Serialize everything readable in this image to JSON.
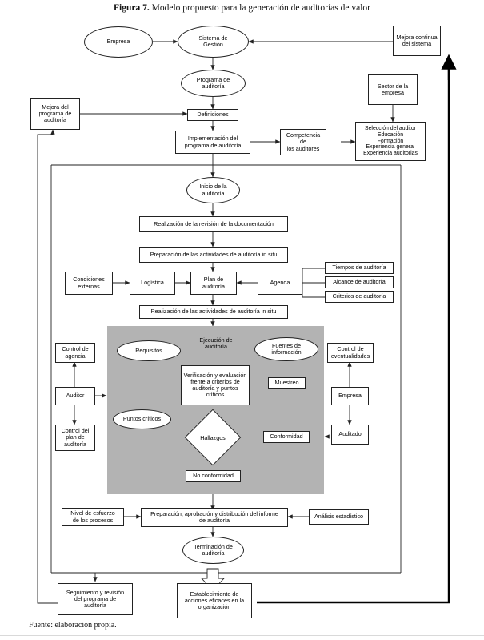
{
  "figure": {
    "label": "Figura 7.",
    "title": "Modelo propuesto para la generación de auditorías de valor",
    "source": "Fuente: elaboración propia."
  },
  "diagram": {
    "type": "flowchart",
    "zone_label": "Ejecución de\nauditoría",
    "zone_label_line1": "Ejecución de",
    "zone_label_line2": "auditoría",
    "nodes": [
      {
        "id": "empresa-top",
        "shape": "ellipse",
        "label": "Empresa"
      },
      {
        "id": "sistema-gestion",
        "shape": "ellipse",
        "label": "Sistema de\nGestión"
      },
      {
        "id": "mejora-continua",
        "shape": "rect",
        "label": "Mejora continua\ndel sistema"
      },
      {
        "id": "programa-auditoria",
        "shape": "ellipse",
        "label": "Programa de\nauditoría"
      },
      {
        "id": "sector-empresa",
        "shape": "rect",
        "label": "Sector de la\nempresa"
      },
      {
        "id": "mejora-programa",
        "shape": "rect",
        "label": "Mejora del\nprograma de\nauditoría"
      },
      {
        "id": "definiciones",
        "shape": "rect",
        "label": "Definiciones"
      },
      {
        "id": "implementacion",
        "shape": "rect",
        "label": "Implementación del\nprograma de auditoría"
      },
      {
        "id": "competencia",
        "shape": "rect",
        "label": "Competencia de\nlos auditores"
      },
      {
        "id": "seleccion-auditor",
        "shape": "rect",
        "label": "Selección del auditor\nEducación\nFormación\nExperiencia general\nExperiencia auditorias"
      },
      {
        "id": "inicio-auditoria",
        "shape": "ellipse",
        "label": "Inicio de la\nauditoría"
      },
      {
        "id": "revision-doc",
        "shape": "rect",
        "label": "Realización de la revisión de la documentación"
      },
      {
        "id": "preparacion-insitu",
        "shape": "rect",
        "label": "Preparación de las actividades de auditoría in situ"
      },
      {
        "id": "condiciones-ext",
        "shape": "rect",
        "label": "Condiciones\nexternas"
      },
      {
        "id": "logistica",
        "shape": "rect",
        "label": "Logística"
      },
      {
        "id": "plan-auditoria",
        "shape": "rect",
        "label": "Plan de\nauditoría"
      },
      {
        "id": "agenda",
        "shape": "rect",
        "label": "Agenda"
      },
      {
        "id": "tiempos",
        "shape": "rect",
        "label": "Tiempos de auditoría"
      },
      {
        "id": "alcance",
        "shape": "rect",
        "label": "Alcance de auditoría"
      },
      {
        "id": "criterios",
        "shape": "rect",
        "label": "Criterios de auditoría"
      },
      {
        "id": "realizacion-insitu",
        "shape": "rect",
        "label": "Realización de las actividades de auditoría in situ"
      },
      {
        "id": "requisitos",
        "shape": "ellipse",
        "label": "Requisitos"
      },
      {
        "id": "fuentes-info",
        "shape": "ellipse",
        "label": "Fuentes de\ninformación"
      },
      {
        "id": "verificacion",
        "shape": "rect",
        "label": "Verificación y evaluación\nfrente a criterios de\nauditoría y puntos\ncríticos"
      },
      {
        "id": "muestreo",
        "shape": "rect",
        "label": "Muestreo"
      },
      {
        "id": "puntos-criticos",
        "shape": "ellipse",
        "label": "Puntos críticos"
      },
      {
        "id": "hallazgos",
        "shape": "diamond",
        "label": "Hallazgos"
      },
      {
        "id": "conformidad",
        "shape": "rect",
        "label": "Conformidad"
      },
      {
        "id": "no-conformidad",
        "shape": "rect",
        "label": "No conformidad"
      },
      {
        "id": "control-agencia",
        "shape": "rect",
        "label": "Control de\nagencia"
      },
      {
        "id": "auditor",
        "shape": "rect",
        "label": "Auditor"
      },
      {
        "id": "control-plan",
        "shape": "rect",
        "label": "Control del\nplan de\nauditoría"
      },
      {
        "id": "control-event",
        "shape": "rect",
        "label": "Control de\neventualidades"
      },
      {
        "id": "empresa-right",
        "shape": "rect",
        "label": "Empresa"
      },
      {
        "id": "auditado",
        "shape": "rect",
        "label": "Auditado"
      },
      {
        "id": "nivel-esfuerzo",
        "shape": "rect",
        "label": "Nivel de esfuerzo\nde los procesos"
      },
      {
        "id": "preparacion-informe",
        "shape": "rect",
        "label": "Preparación, aprobación y distribución del informe\nde auditoría"
      },
      {
        "id": "analisis-estad",
        "shape": "rect",
        "label": "Análisis estadístico"
      },
      {
        "id": "terminacion",
        "shape": "ellipse",
        "label": "Terminación de\nauditoría"
      },
      {
        "id": "seguimiento",
        "shape": "rect",
        "label": "Seguimiento y revisión\ndel programa de\nauditoría"
      },
      {
        "id": "establecimiento",
        "shape": "rect",
        "label": "Establecimiento de\nacciones eficaces en la\norganización"
      }
    ],
    "colors": {
      "zone_fill": "#b3b3b3",
      "node_fill": "#ffffff",
      "stroke": "#222222",
      "thick_stroke": "#000000",
      "page_bg": "#ffffff"
    }
  }
}
